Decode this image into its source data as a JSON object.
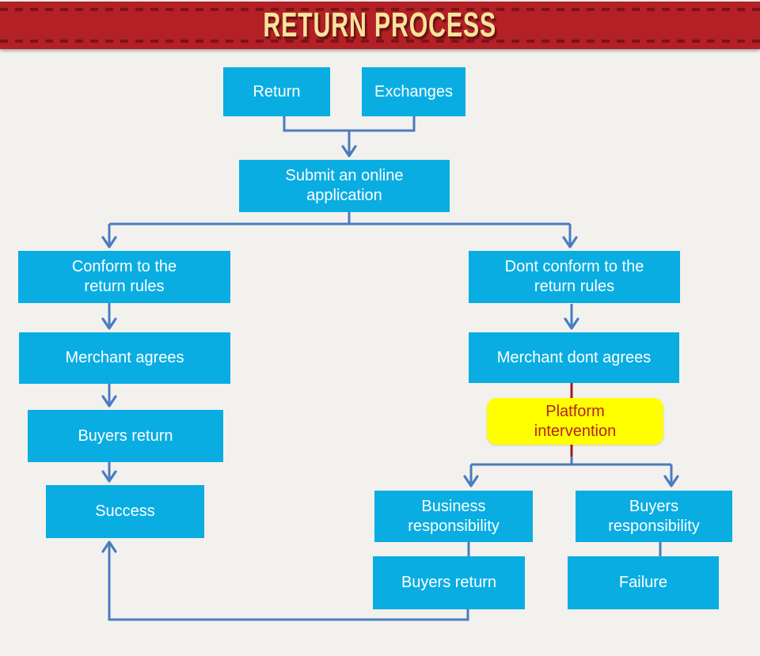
{
  "title_banner": {
    "title": "RETURN PROCESS"
  },
  "colors": {
    "banner_background": "#b32025",
    "banner_dashes": "#7c1317",
    "banner_title_text": "#f8e49c",
    "page_background": "#f2f1ee",
    "node_background": "#09ade2",
    "node_text": "#ffffff",
    "highlight_node_background": "#ffff00",
    "highlight_node_text": "#b3241f",
    "connector_blue": "#4a7cbf",
    "connector_red": "#9e1c21"
  },
  "flowchart": {
    "nodes": {
      "return": {
        "label": "Return"
      },
      "exchanges": {
        "label": "Exchanges"
      },
      "submit": {
        "label": "Submit an online\napplication"
      },
      "conform": {
        "label": "Conform to the\nreturn rules"
      },
      "dont_conform": {
        "label": "Dont conform to the\nreturn rules"
      },
      "merchant_agrees": {
        "label": "Merchant agrees"
      },
      "merchant_dont": {
        "label": "Merchant dont agrees"
      },
      "platform": {
        "label": "Platform\nintervention"
      },
      "buyers_return_left": {
        "label": "Buyers return"
      },
      "success": {
        "label": "Success"
      },
      "business_resp": {
        "label": "Business\nresponsibility"
      },
      "buyers_resp": {
        "label": "Buyers\nresponsibility"
      },
      "buyers_return_bottom": {
        "label": "Buyers return"
      },
      "failure": {
        "label": "Failure"
      }
    },
    "edges": [
      {
        "from": "return",
        "to": "submit",
        "arrow": true,
        "color": "blue"
      },
      {
        "from": "exchanges",
        "to": "submit",
        "arrow": true,
        "color": "blue"
      },
      {
        "from": "submit",
        "to": "conform",
        "arrow": true,
        "color": "blue"
      },
      {
        "from": "submit",
        "to": "dont_conform",
        "arrow": true,
        "color": "blue"
      },
      {
        "from": "conform",
        "to": "merchant_agrees",
        "arrow": true,
        "color": "blue"
      },
      {
        "from": "merchant_agrees",
        "to": "buyers_return_left",
        "arrow": true,
        "color": "blue"
      },
      {
        "from": "buyers_return_left",
        "to": "success",
        "arrow": true,
        "color": "blue"
      },
      {
        "from": "dont_conform",
        "to": "merchant_dont",
        "arrow": true,
        "color": "blue"
      },
      {
        "from": "merchant_dont",
        "to": "platform",
        "arrow": false,
        "color": "red"
      },
      {
        "from": "platform",
        "to": "business_resp",
        "arrow": true,
        "color": "blue"
      },
      {
        "from": "platform",
        "to": "buyers_resp",
        "arrow": true,
        "color": "blue"
      },
      {
        "from": "business_resp",
        "to": "buyers_return_bottom",
        "arrow": false,
        "color": "blue"
      },
      {
        "from": "buyers_resp",
        "to": "failure",
        "arrow": false,
        "color": "blue"
      },
      {
        "from": "buyers_return_bottom",
        "to": "success",
        "arrow": true,
        "color": "blue"
      }
    ]
  }
}
